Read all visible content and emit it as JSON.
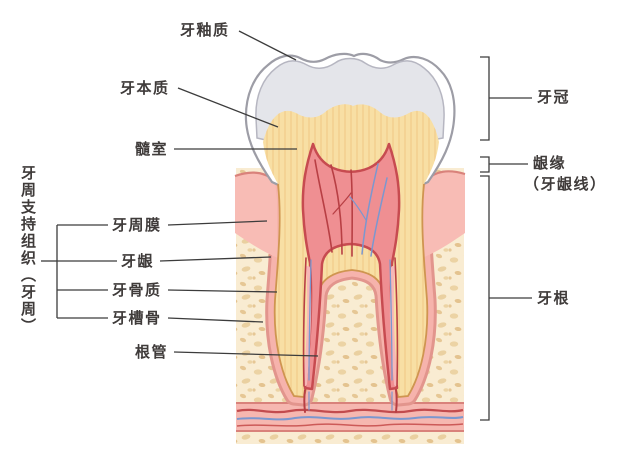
{
  "figure": {
    "type": "tooth-anatomy-diagram",
    "left_labels": [
      {
        "id": "enamel",
        "text": "牙釉质"
      },
      {
        "id": "dentin",
        "text": "牙本质"
      },
      {
        "id": "pulp-chamber",
        "text": "髓室"
      },
      {
        "id": "periodontal-membrane",
        "text": "牙周膜"
      },
      {
        "id": "gingiva",
        "text": "牙龈"
      },
      {
        "id": "cementum",
        "text": "牙骨质"
      },
      {
        "id": "alveolar-bone",
        "text": "牙槽骨"
      },
      {
        "id": "root-canal",
        "text": "根管"
      }
    ],
    "group_label": {
      "text": "牙周支持组织（牙周）"
    },
    "right_labels": [
      {
        "id": "crown",
        "text": "牙冠"
      },
      {
        "id": "gingival-margin",
        "text": "龈缘",
        "subtext": "（牙龈线）"
      },
      {
        "id": "root",
        "text": "牙根"
      }
    ],
    "colors": {
      "enamel_white": "#ffffff",
      "enamel_outline": "#9d9da6",
      "dentin_gray": "#e4e5ea",
      "dentin_yellow": "#f8dfa4",
      "dentin_stripe": "#eec27e",
      "pulp_red": "#ef8f92",
      "pulp_outline": "#c74b50",
      "gum_pink": "#f8bcb5",
      "gum_edge": "#d9827b",
      "membrane_pink": "#f6b3ac",
      "bone_cream": "#f9ecd2",
      "vessel_red": "#c24b4e",
      "vessel_blue": "#7b97cf",
      "label_text": "#3f3b3a"
    }
  }
}
